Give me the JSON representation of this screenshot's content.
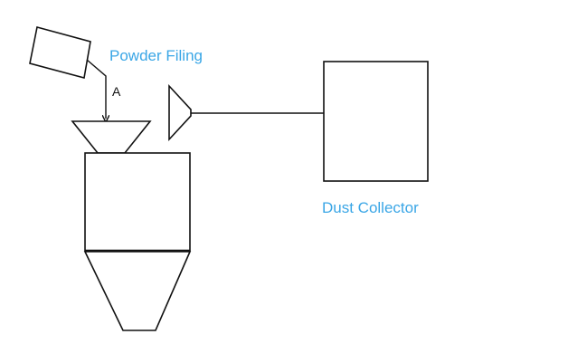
{
  "labels": {
    "powder_filing": "Powder Filing",
    "point_a": "A",
    "dust_collector": "Dust Collector"
  },
  "colors": {
    "label_blue": "#3aa6e6",
    "outline": "#111111",
    "background": "#ffffff"
  }
}
